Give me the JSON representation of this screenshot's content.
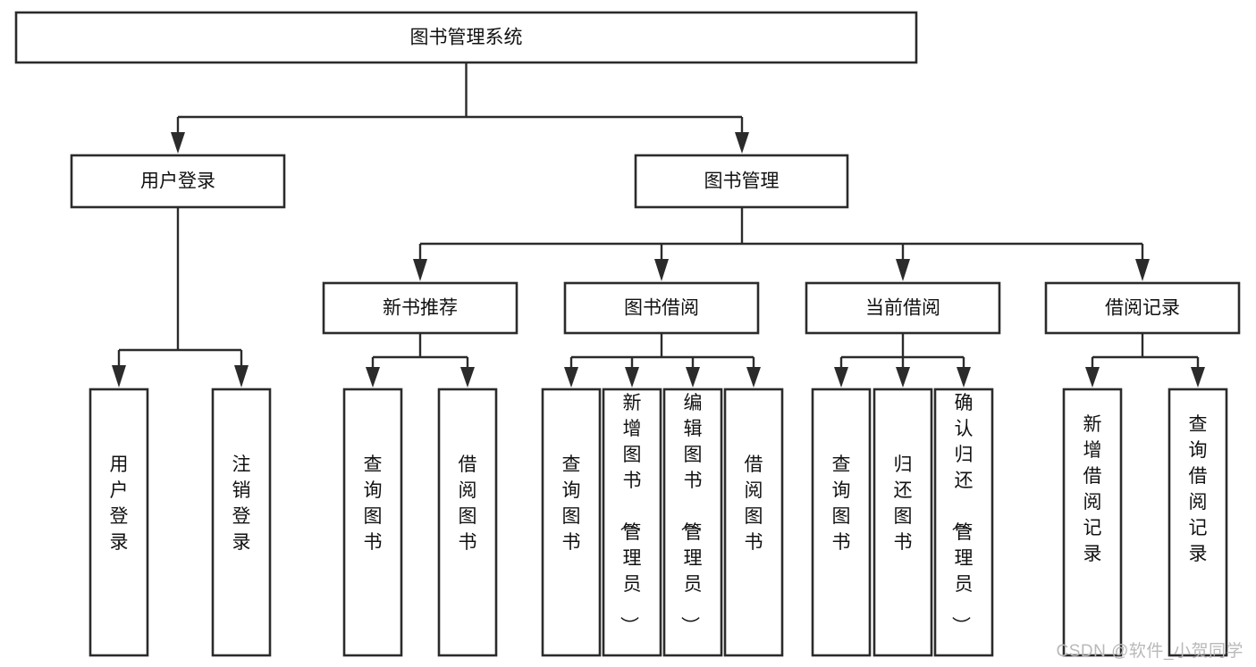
{
  "diagram": {
    "title": "图书管理系统",
    "watermark": "CSDN @软件_小贺同学",
    "root": {
      "label": "图书管理系统"
    },
    "level2": [
      {
        "label": "用户登录"
      },
      {
        "label": "图书管理"
      }
    ],
    "level3": [
      {
        "label": "新书推荐"
      },
      {
        "label": "图书借阅"
      },
      {
        "label": "当前借阅"
      },
      {
        "label": "借阅记录"
      }
    ],
    "leaves": {
      "user_login": [
        {
          "label": "用户登录"
        },
        {
          "label": "注销登录"
        }
      ],
      "new_book_recommend": [
        {
          "label": "查询图书"
        },
        {
          "label": "借阅图书"
        }
      ],
      "book_borrow": [
        {
          "label": "查询图书"
        },
        {
          "label": "新增图书（管理员）"
        },
        {
          "label": "编辑图书（管理员）"
        },
        {
          "label": "借阅图书"
        }
      ],
      "current_borrow": [
        {
          "label": "查询图书"
        },
        {
          "label": "归还图书"
        },
        {
          "label": "确认归还（管理员）"
        }
      ],
      "borrow_records": [
        {
          "label": "新增借阅记录"
        },
        {
          "label": "查询借阅记录"
        }
      ]
    },
    "colors": {
      "stroke": "#2b2b2b",
      "fill": "#ffffff",
      "text": "#111111",
      "watermark": "#b9b9b9"
    }
  }
}
